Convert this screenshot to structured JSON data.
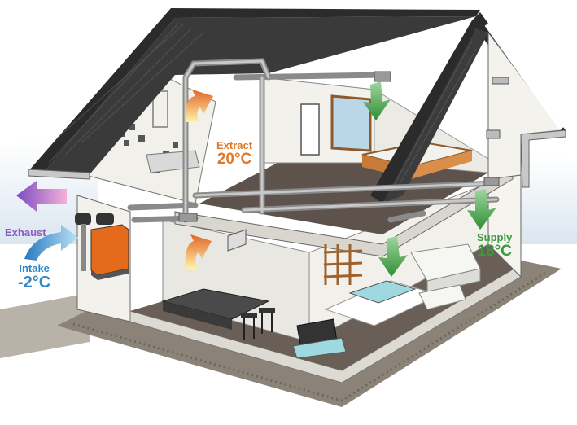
{
  "colors": {
    "extract": "#e07a2a",
    "supply": "#3a9a3c",
    "exhaust": "#8a5bc4",
    "intake": "#2f86c8",
    "roof": "#2b2b2b",
    "wall": "#ecebe6",
    "floor": "#5e534c",
    "ground": "#8b8378"
  },
  "labels": {
    "extract": {
      "title": "Extract",
      "value": "20°C"
    },
    "supply": {
      "title": "Supply",
      "value": "18°C"
    },
    "exhaust": {
      "title": "Exhaust"
    },
    "intake": {
      "title": "Intake",
      "value": "-2°C"
    }
  },
  "icons": [
    "exhaust-arrow-icon",
    "intake-arrow-icon",
    "extract-arrow-icon",
    "supply-arrow-icon",
    "ventilation-unit-icon"
  ]
}
